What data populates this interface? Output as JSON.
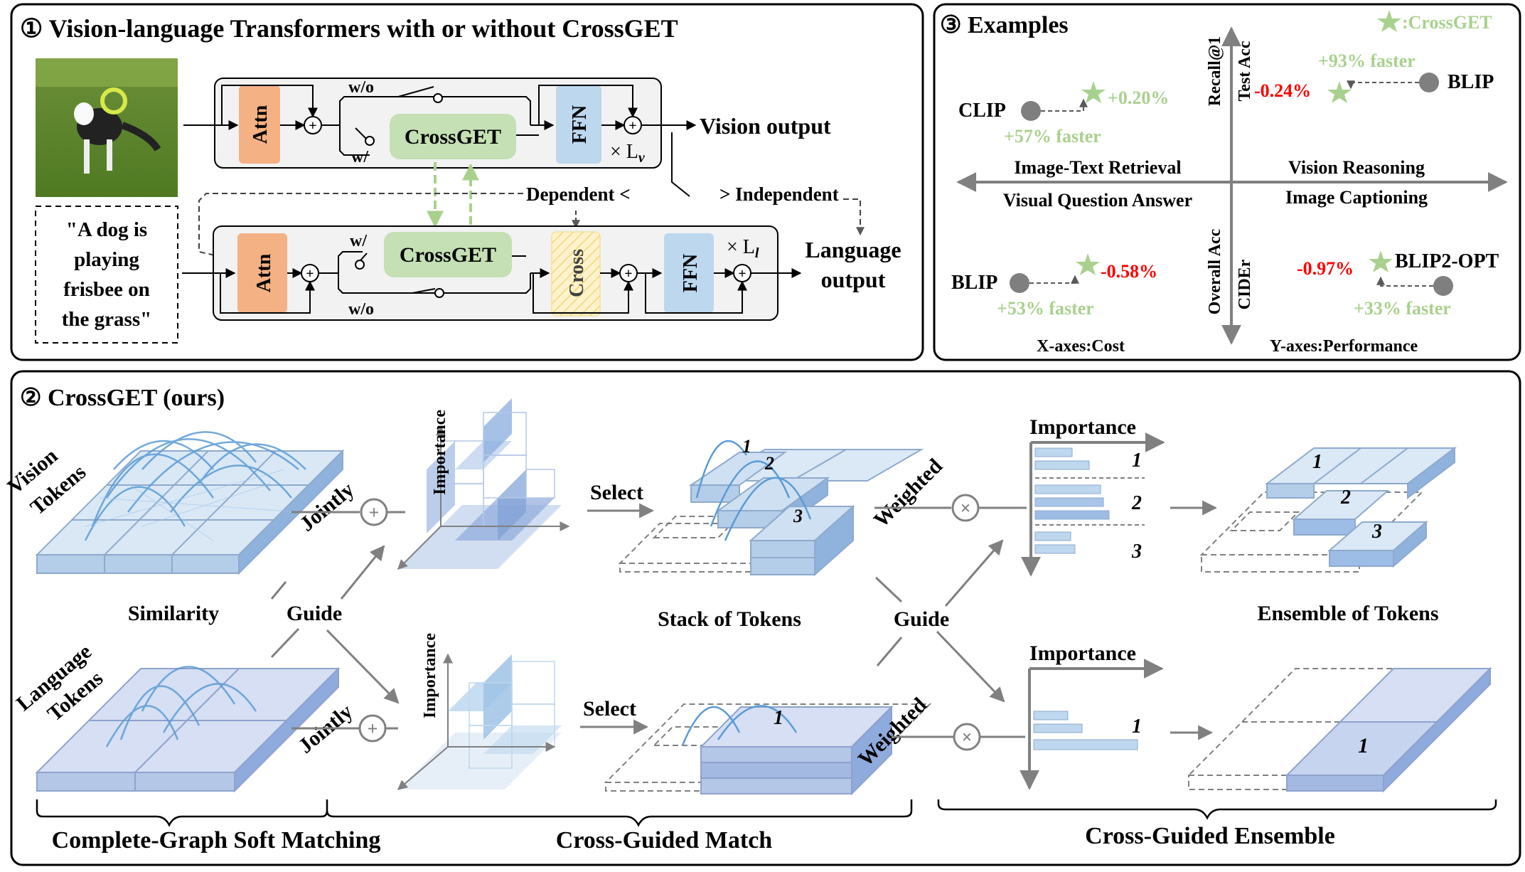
{
  "panel1": {
    "title": "① Vision-language Transformers with or without CrossGET",
    "caption_lines": [
      "\"A dog is",
      "playing",
      "frisbee on",
      "the grass\""
    ],
    "attn": "Attn",
    "ffn": "FFN",
    "cross": "Cross",
    "crossget": "CrossGET",
    "wo": "w/o",
    "w": "w/",
    "times_v": "× L",
    "sub_v": "v",
    "times_l": "× L",
    "sub_l": "l",
    "vision_output": "Vision output",
    "language_output": [
      "Language",
      "output"
    ],
    "dependent": "Dependent <",
    "independent": "> Independent"
  },
  "panel3": {
    "title": "③ Examples",
    "legend": ":CrossGET",
    "axis_top_left": "Recall@1",
    "axis_top_right": "Test Acc",
    "axis_bottom_left": "Overall Acc",
    "axis_bottom_right": "CIDEr",
    "q_tl_top": "Image-Text Retrieval",
    "q_tr_top": "Vision Reasoning",
    "q_bl_top": "Visual Question Answer",
    "q_br_top": "Image Captioning",
    "x_axes": "X-axes:Cost",
    "y_axes": "Y-axes:Performance",
    "examples": [
      {
        "model": "CLIP",
        "perf": "+0.20%",
        "speed": "+57% faster"
      },
      {
        "model": "BLIP",
        "perf": "-0.24%",
        "speed": "+93% faster"
      },
      {
        "model": "BLIP",
        "perf": "-0.58%",
        "speed": "+53% faster"
      },
      {
        "model": "BLIP2-OPT",
        "perf": "-0.97%",
        "speed": "+33% faster"
      }
    ]
  },
  "panel2": {
    "title": "② CrossGET (ours)",
    "vision_tokens": [
      "Vision",
      "Tokens"
    ],
    "language_tokens": [
      "Language",
      "Tokens"
    ],
    "jointly": "Jointly",
    "similarity": "Similarity",
    "guide": "Guide",
    "importance": "Importance",
    "select": "Select",
    "weighted": "Weighted",
    "stack_of_tokens": "Stack of Tokens",
    "ensemble_of_tokens": "Ensemble of Tokens",
    "complete_graph": "Complete-Graph Soft Matching",
    "cross_guided_match": "Cross-Guided Match",
    "cross_guided_ensemble": "Cross-Guided Ensemble",
    "index_labels": [
      "1",
      "2",
      "3"
    ]
  },
  "colors": {
    "attn": "#f4b183",
    "ffn": "#bdd7ee",
    "crossget": "#c5e0b4",
    "cross": "#fff2cc",
    "vision_token": "#bdd7ee",
    "language_token": "#b4c7e7",
    "green_text": "#a9d18e",
    "red_text": "#ff0000",
    "gray_dot": "#7f7f7f"
  }
}
